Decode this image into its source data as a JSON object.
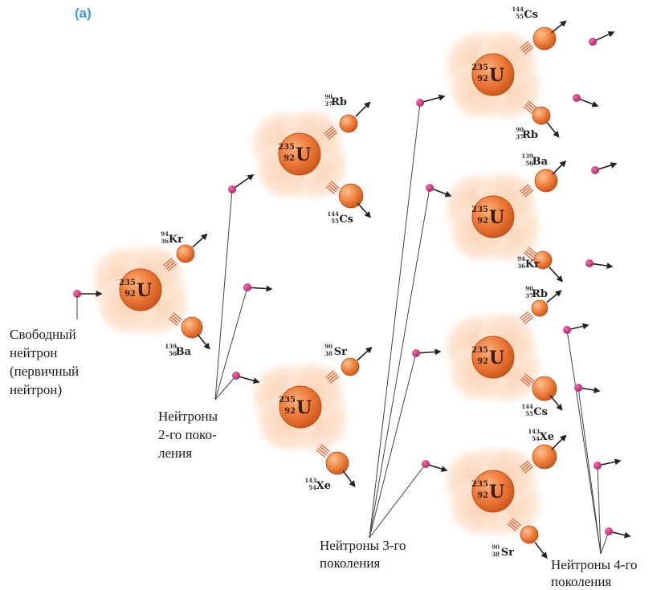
{
  "panel_label": "(a)",
  "labels": {
    "free_neutron": [
      "Свободный",
      "нейтрон",
      "(первичный",
      "нейтрон)"
    ],
    "gen2": [
      "Нейтроны",
      "2-го поко-",
      "ления"
    ],
    "gen3": [
      "Нейтроны 3-го",
      "поколения"
    ],
    "gen4": [
      "Нейтроны 4-го",
      "поколения"
    ]
  },
  "uranium": {
    "symbol": "U",
    "mass": "235",
    "atomic": "92"
  },
  "fragments": [
    {
      "symbol": "Kr",
      "mass": "94",
      "atomic": "36"
    },
    {
      "symbol": "Ba",
      "mass": "139",
      "atomic": "56"
    },
    {
      "symbol": "Rb",
      "mass": "90",
      "atomic": "37"
    },
    {
      "symbol": "Cs",
      "mass": "144",
      "atomic": "55"
    },
    {
      "symbol": "Sr",
      "mass": "90",
      "atomic": "38"
    },
    {
      "symbol": "Xe",
      "mass": "143",
      "atomic": "54"
    },
    {
      "symbol": "Cs",
      "mass": "144",
      "atomic": "55"
    },
    {
      "symbol": "Rb",
      "mass": "90",
      "atomic": "37"
    },
    {
      "symbol": "Ba",
      "mass": "139",
      "atomic": "56"
    },
    {
      "symbol": "Kr",
      "mass": "94",
      "atomic": "36"
    },
    {
      "symbol": "Rb",
      "mass": "90",
      "atomic": "37"
    },
    {
      "symbol": "Cs",
      "mass": "144",
      "atomic": "55"
    },
    {
      "symbol": "Xe",
      "mass": "143",
      "atomic": "54"
    },
    {
      "symbol": "Sr",
      "mass": "90",
      "atomic": "38"
    }
  ],
  "colors": {
    "nucleus": "#e8763a",
    "glow": "#fbd8bf",
    "neutron": "#c8307a",
    "arrow": "#222222",
    "panel_label": "#3a9fd0"
  }
}
